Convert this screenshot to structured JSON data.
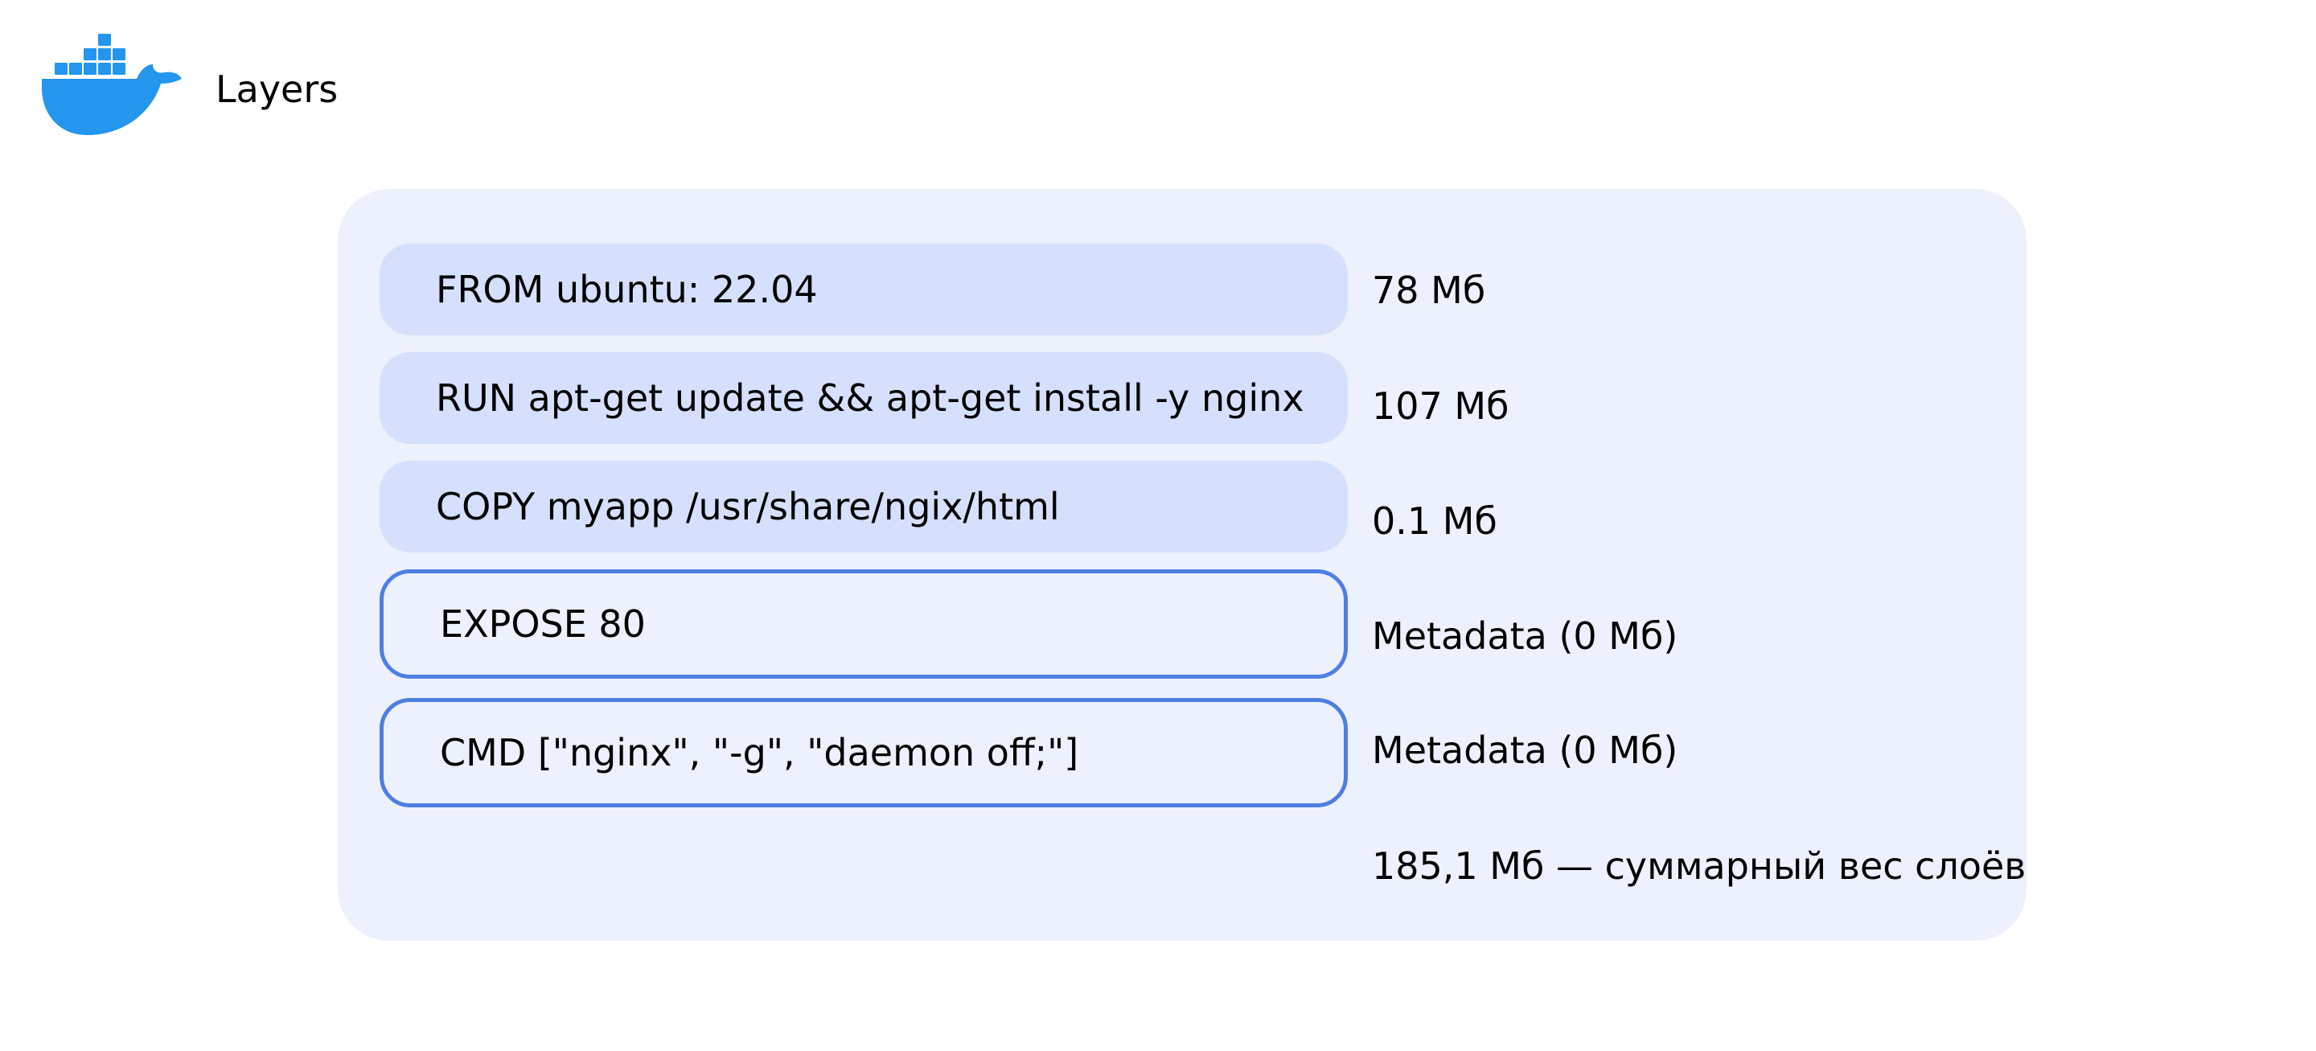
{
  "header": {
    "title": "Layers",
    "logo_icon": "docker-whale-icon"
  },
  "colors": {
    "logo": "#2496ed",
    "panel": "#edf1fd",
    "layer_fill": "#d6e0fc",
    "layer_outline": "#4f7ee3"
  },
  "layers": [
    {
      "instruction": "FROM ubuntu: 22.04",
      "size": "78 Мб",
      "style": "filled"
    },
    {
      "instruction": "RUN apt-get update && apt-get install -y nginx",
      "size": "107 Мб",
      "style": "filled"
    },
    {
      "instruction": "COPY myapp /usr/share/ngix/html",
      "size": "0.1 Мб",
      "style": "filled"
    },
    {
      "instruction": "EXPOSE 80",
      "size": "Metadata (0 Мб)",
      "style": "outlined"
    },
    {
      "instruction": "CMD [\"nginx\", \"-g\", \"daemon off;\"]",
      "size": "Metadata (0 Мб)",
      "style": "outlined"
    }
  ],
  "total": "185,1 Мб — суммарный вес слоёв"
}
